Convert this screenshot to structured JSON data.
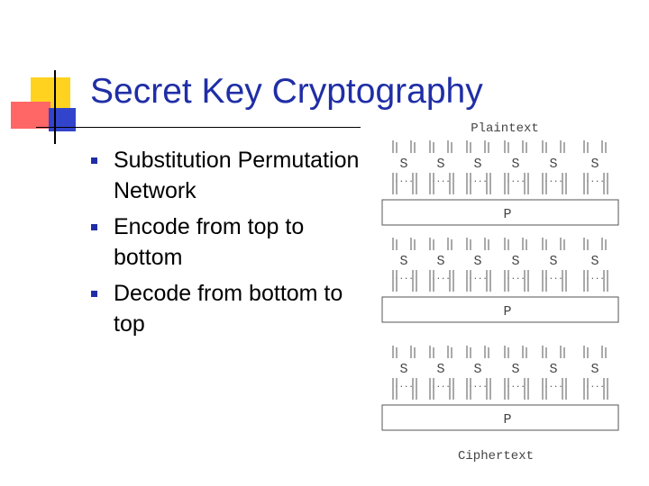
{
  "slide": {
    "title": "Secret Key Cryptography",
    "bullets": [
      "Substitution Permutation Network",
      "Encode from top to bottom",
      "Decode from bottom to top"
    ]
  },
  "diagram": {
    "input_label": "Plaintext",
    "output_label": "Ciphertext",
    "sbox_label": "S",
    "pbox_label": "P",
    "rounds": 3,
    "sboxes_per_round": 6
  },
  "colors": {
    "title": "#1f2ea6",
    "bullet": "#1f2ea6",
    "deco_yellow": "#ffd21f",
    "deco_red": "#ff6666",
    "deco_blue": "#3344cc"
  }
}
